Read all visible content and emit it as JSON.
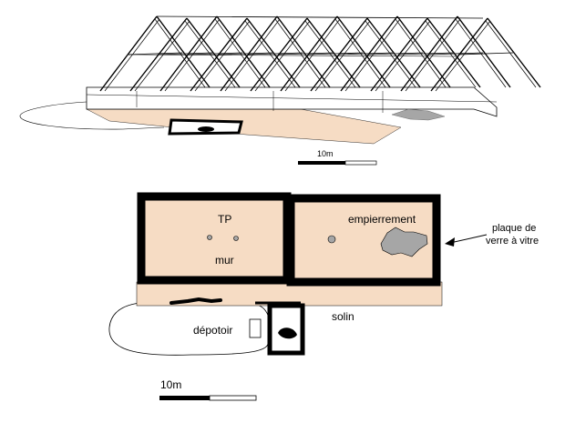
{
  "colors": {
    "floor": "#f6dcc4",
    "wall": "#000000",
    "stone": "#a6a6a6",
    "background": "#ffffff"
  },
  "axonometric": {
    "scale_label": "10m"
  },
  "plan": {
    "labels": {
      "tp": "TP",
      "mur": "mur",
      "empierrement": "empierrement",
      "solin": "solin",
      "depotoir": "dépotoir"
    },
    "annotation": {
      "line1": "plaque de",
      "line2": "verre à vitre"
    },
    "scale_label": "10m"
  }
}
